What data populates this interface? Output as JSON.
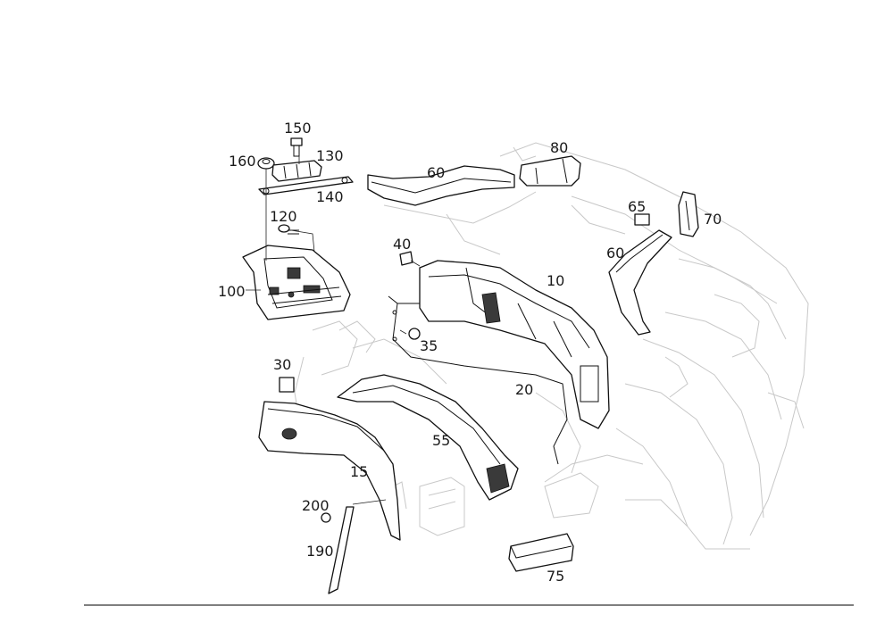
{
  "labels": [
    {
      "id": "150",
      "text": "150"
    },
    {
      "id": "160",
      "text": "160"
    },
    {
      "id": "130",
      "text": "130"
    },
    {
      "id": "140",
      "text": "140"
    },
    {
      "id": "120",
      "text": "120"
    },
    {
      "id": "100",
      "text": "100"
    },
    {
      "id": "60a",
      "text": "60"
    },
    {
      "id": "80",
      "text": "80"
    },
    {
      "id": "65",
      "text": "65"
    },
    {
      "id": "70",
      "text": "70"
    },
    {
      "id": "60b",
      "text": "60"
    },
    {
      "id": "40",
      "text": "40"
    },
    {
      "id": "10",
      "text": "10"
    },
    {
      "id": "35",
      "text": "35"
    },
    {
      "id": "30",
      "text": "30"
    },
    {
      "id": "20",
      "text": "20"
    },
    {
      "id": "55",
      "text": "55"
    },
    {
      "id": "15",
      "text": "15"
    },
    {
      "id": "200",
      "text": "200"
    },
    {
      "id": "190",
      "text": "190"
    },
    {
      "id": "75",
      "text": "75"
    }
  ]
}
